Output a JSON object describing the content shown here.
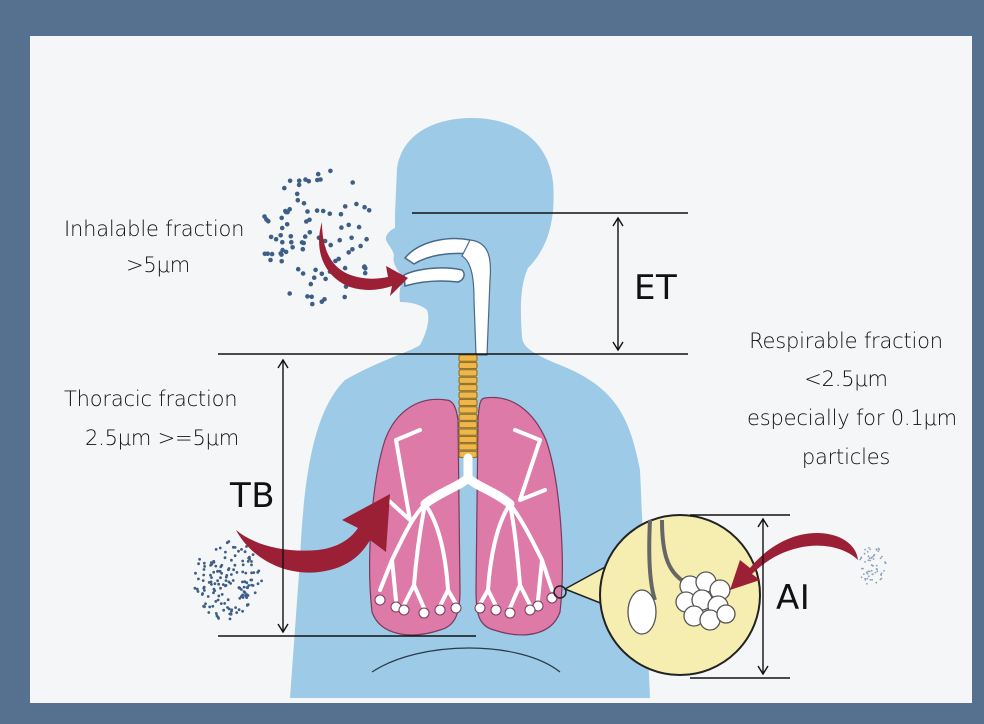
{
  "labels": {
    "inhalable_fraction": "Inhalable fraction",
    "inhalable_size": ">5μm",
    "thoracic_fraction": "Thoracic fraction",
    "thoracic_size": "2.5μm >=5μm",
    "respirable_fraction": "Respirable fraction",
    "respirable_size": "<2.5μm",
    "respirable_note_1": "especially for 0.1μm",
    "respirable_note_2": "particles"
  },
  "regions": {
    "extrathoracic": "ET",
    "tracheobronchial": "TB",
    "alveolar": "AI"
  },
  "colors": {
    "frame": "#56708f",
    "background": "#f5f6f8",
    "body": "#9dcae6",
    "lungs": "#dd7aa8",
    "trachea": "#f0b64a",
    "alveolus_bubble": "#f6eeb0",
    "arrow": "#9b1f35",
    "particles": "#3d5f86"
  }
}
